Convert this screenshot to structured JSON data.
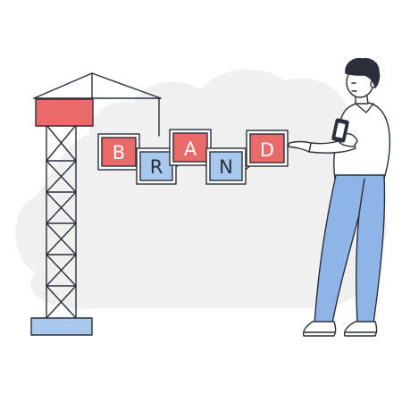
{
  "illustration": {
    "letters": [
      "B",
      "R",
      "A",
      "N",
      "D"
    ],
    "block_colors": [
      "#ea6a6a",
      "#a9c8ee",
      "#ea6a6a",
      "#a9c8ee",
      "#ea6a6a"
    ],
    "colors": {
      "outline": "#2b2f3a",
      "background_blob": "#f0f0f0",
      "red": "#ea6a6a",
      "blue": "#a9c8ee",
      "pants": "#8fb4e8",
      "shirt": "#ffffff",
      "hair": "#2b2f3a",
      "skin": "#ffffff"
    }
  }
}
